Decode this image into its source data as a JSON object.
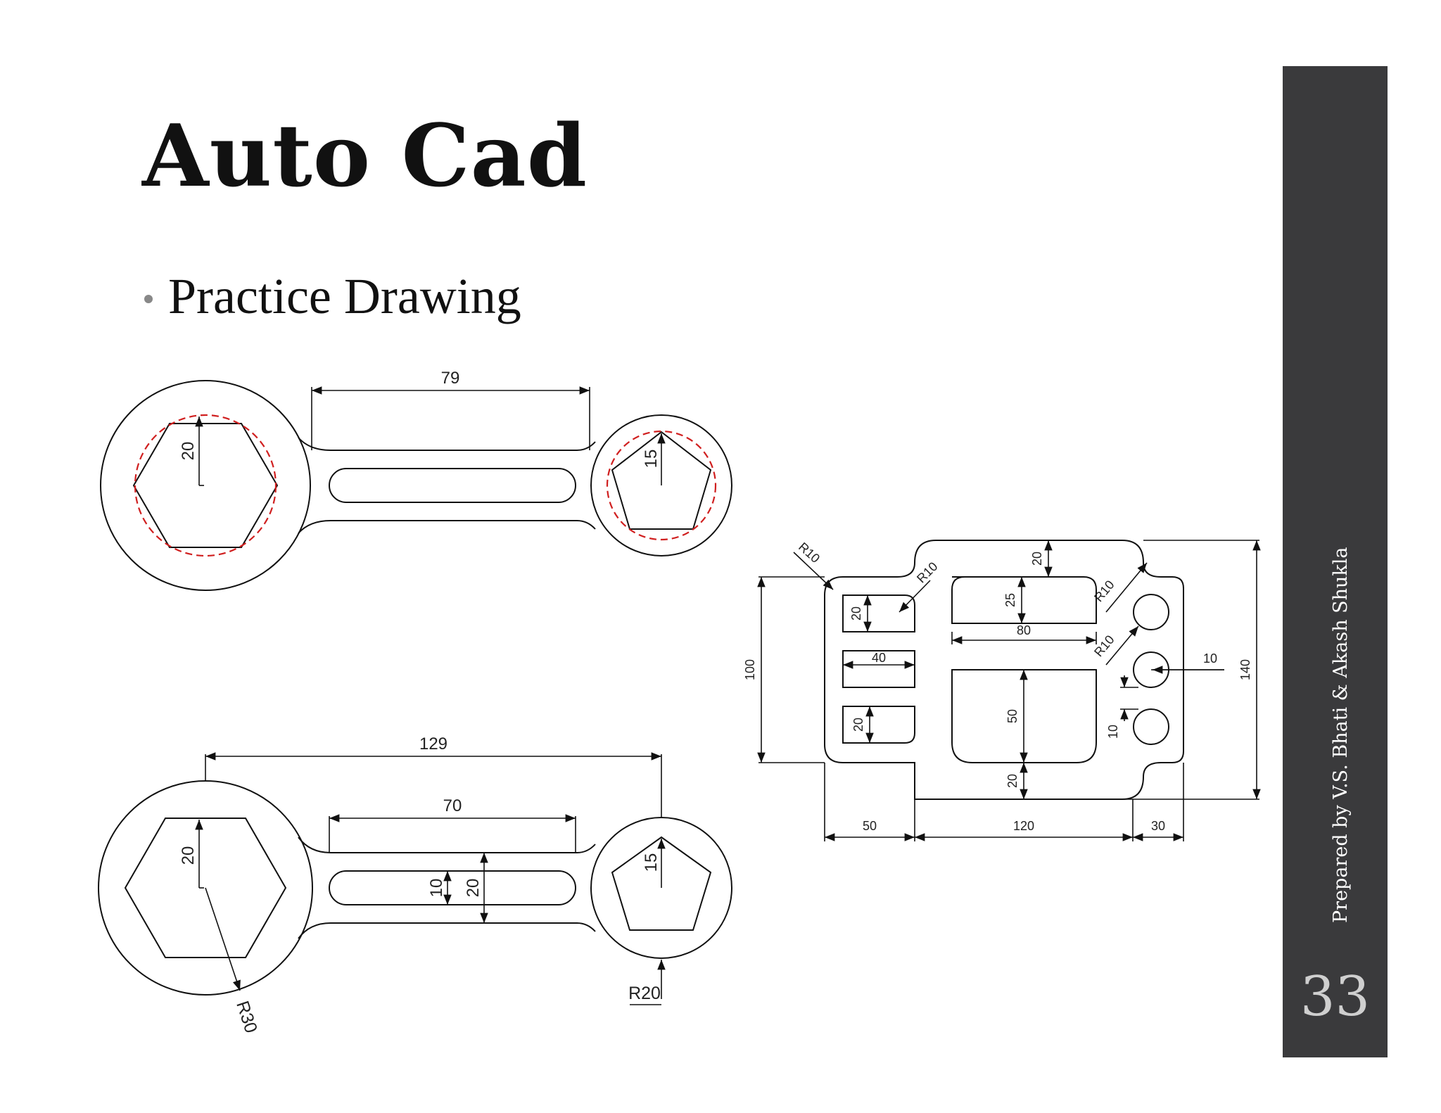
{
  "slide": {
    "title": "Auto Cad",
    "bullet": "Practice Drawing",
    "credit": "Prepared by V.S. Bhati & Akash Shukla",
    "page_number": "33"
  },
  "drawing_top_wrench": {
    "dim_length": "79",
    "dim_hex": "20",
    "dim_pentagon": "15"
  },
  "drawing_bottom_wrench": {
    "dim_overall": "129",
    "dim_slot": "70",
    "dim_hex": "20",
    "dim_pentagon": "15",
    "dim_slot_width": "10",
    "dim_arm_width": "20",
    "dim_big_radius": "R30",
    "dim_small_radius": "R20"
  },
  "drawing_plate": {
    "r_top_left": "R10",
    "r_inner": "R10",
    "r_right_upper": "R10",
    "r_right_lower": "R10",
    "dim_top_step": "20",
    "dim_slot_height": "25",
    "dim_slot_width": "80",
    "dim_small_slot_top": "20",
    "dim_small_slot_width": "40",
    "dim_small_slot_bottom": "20",
    "dim_big_slot_height": "50",
    "dim_bottom_step": "20",
    "dim_height": "100",
    "dim_overall_height": "140",
    "dim_hole": "10",
    "dim_hole_gap": "10",
    "dim_left": "50",
    "dim_middle": "120",
    "dim_right": "30"
  }
}
